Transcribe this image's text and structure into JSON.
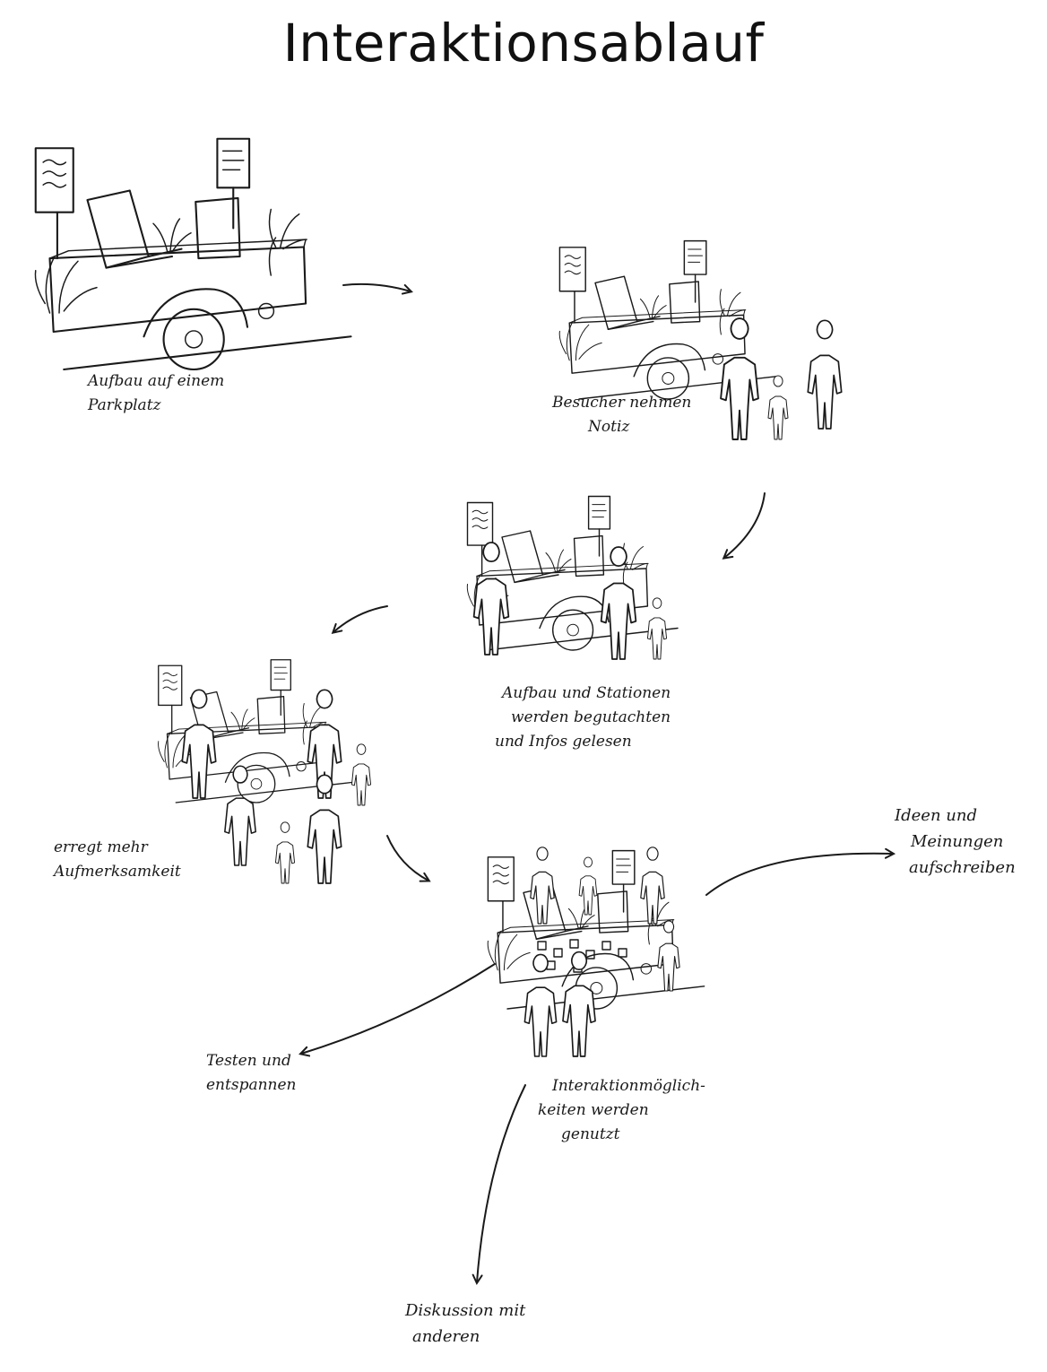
{
  "title": "Interaktionsablauf",
  "steps": [
    {
      "lines": [
        "Aufbau auf einem",
        "Parkplatz"
      ]
    },
    {
      "lines": [
        "Besucher nehmen",
        "Notiz"
      ]
    },
    {
      "lines": [
        "Aufbau und Stationen",
        "werden begutachten",
        "und Infos gelesen"
      ]
    },
    {
      "lines": [
        "erregt mehr",
        "Aufmerksamkeit"
      ]
    },
    {
      "lines": [
        "Interaktionmöglich-",
        "keiten werden",
        "genutzt"
      ]
    }
  ],
  "outcomes": [
    {
      "lines": [
        "Ideen und",
        "Meinungen",
        "aufschreiben"
      ]
    },
    {
      "lines": [
        "Testen und",
        "entspannen"
      ]
    },
    {
      "lines": [
        "Diskussion mit",
        "anderen"
      ]
    }
  ]
}
